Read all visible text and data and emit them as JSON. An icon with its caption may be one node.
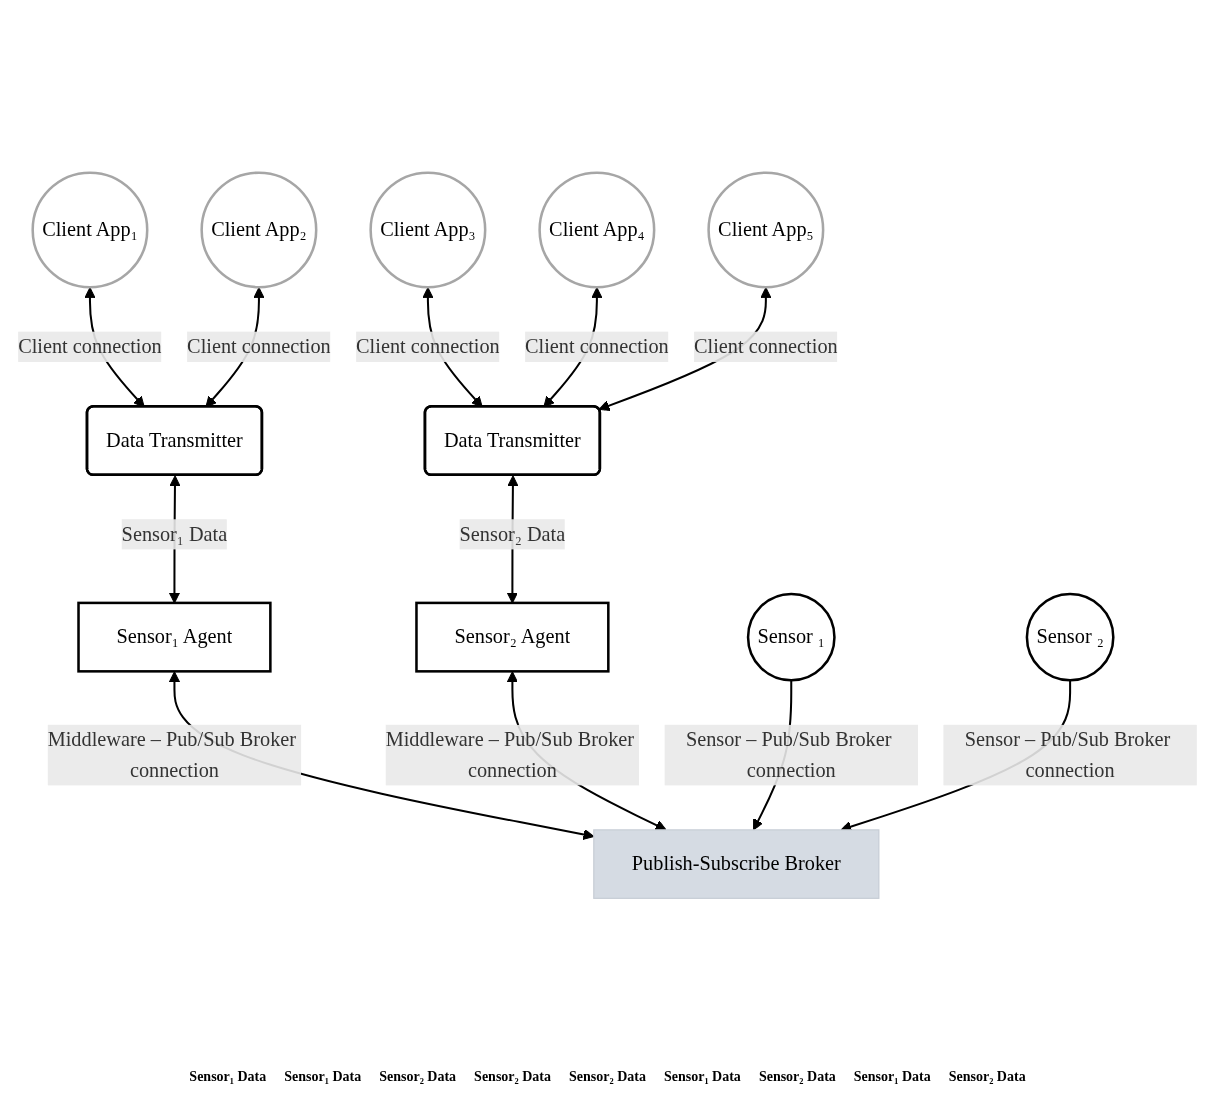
{
  "diagram": {
    "nodes": [
      {
        "text": [
          "Client App₁"
        ]
      },
      {
        "text": [
          "Client App₂"
        ]
      },
      {
        "text": [
          "Client App₃"
        ]
      },
      {
        "text": [
          "Client App₄"
        ]
      },
      {
        "text": [
          "Client App₅"
        ]
      },
      {
        "text": [
          "Data Transmitter"
        ]
      },
      {
        "text": [
          "Data Transmitter"
        ]
      },
      {
        "text": [
          "Sensor₁ Agent"
        ]
      },
      {
        "text": [
          "Sensor₂ Agent"
        ]
      },
      {
        "text": [
          "Publish-Subscribe Broker"
        ]
      },
      {
        "text": [
          "Sensor ₁"
        ]
      },
      {
        "text": [
          "Sensor ₂"
        ]
      }
    ],
    "edges": [
      {
        "from": 0,
        "to": 5,
        "arrow": "both",
        "label": "Client connection"
      },
      {
        "from": 1,
        "to": 5,
        "arrow": "both",
        "label": "Client connection"
      },
      {
        "from": 2,
        "to": 6,
        "arrow": "both",
        "label": "Client connection"
      },
      {
        "from": 3,
        "to": 6,
        "arrow": "both",
        "label": "Client connection"
      },
      {
        "from": 4,
        "to": 6,
        "arrow": "both",
        "label": "Client connection"
      },
      {
        "from": 5,
        "to": 7,
        "arrow": "both",
        "label": "Sensor₁ Data"
      },
      {
        "from": 6,
        "to": 8,
        "arrow": "both",
        "label": "Sensor₂ Data"
      },
      {
        "from": 7,
        "to": 9,
        "arrow": "both",
        "label": "Middleware – Pub/Sub Broker connection"
      },
      {
        "from": 8,
        "to": 9,
        "arrow": "both",
        "label": "Middleware – Pub/Sub Broker connection"
      },
      {
        "from": 10,
        "to": 9,
        "arrow": "to",
        "label": "Sensor – Pub/Sub Broker connection"
      },
      {
        "from": 11,
        "to": 9,
        "arrow": "to",
        "label": "Sensor – Pub/Sub Broker connection"
      }
    ],
    "labels": [
      "Sensor₁ Data",
      "Sensor₁ Data",
      "Sensor₂ Data",
      "Sensor₂ Data",
      "Sensor₂ Data",
      "Sensor₁ Data",
      "Sensor₂ Data",
      "Sensor₁ Data",
      "Sensor₂ Data"
    ]
  }
}
